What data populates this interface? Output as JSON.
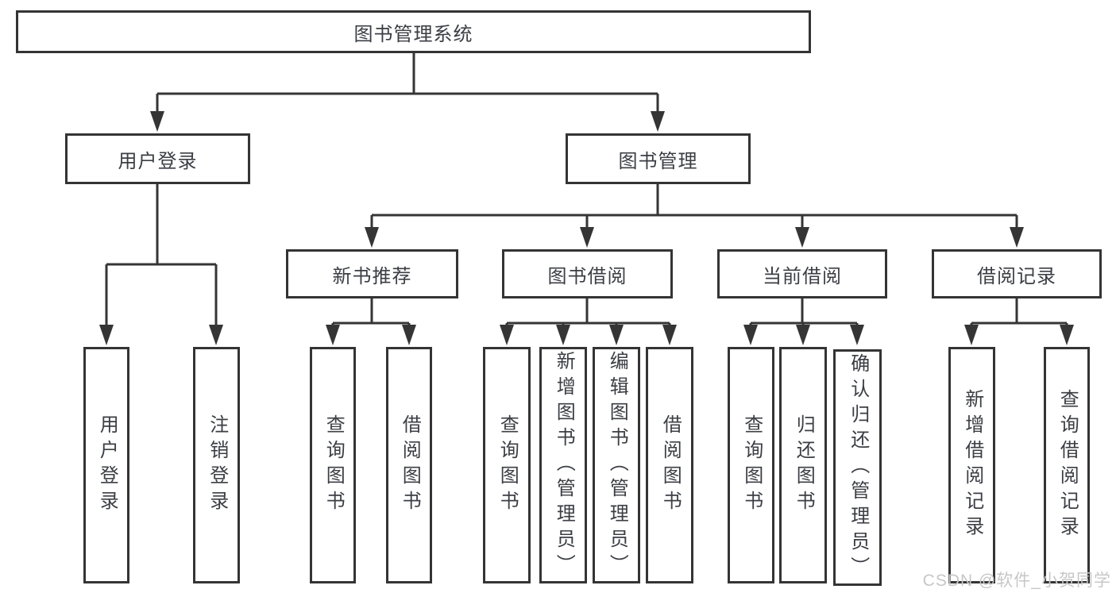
{
  "diagram": {
    "root": "图书管理系统",
    "level2": [
      "用户登录",
      "图书管理"
    ],
    "level3": [
      "新书推荐",
      "图书借阅",
      "当前借阅",
      "借阅记录"
    ],
    "leaves_user_login": [
      "用户登录",
      "注销登录"
    ],
    "leaves_new_book": [
      "查询图书",
      "借阅图书"
    ],
    "leaves_book_borrow": [
      "查询图书",
      "新增图书（管理员）",
      "编辑图书（管理员）",
      "借阅图书"
    ],
    "leaves_current_borrow": [
      "查询图书",
      "归还图书",
      "确认归还（管理员）"
    ],
    "leaves_borrow_record": [
      "新增借阅记录",
      "查询借阅记录"
    ]
  },
  "watermark": "CSDN @软件_小贺同学",
  "colors": {
    "line": "#353535",
    "border": "#343434",
    "text": "#3b3e44",
    "watermark": "#c7c7c7",
    "background": "#ffffff"
  }
}
